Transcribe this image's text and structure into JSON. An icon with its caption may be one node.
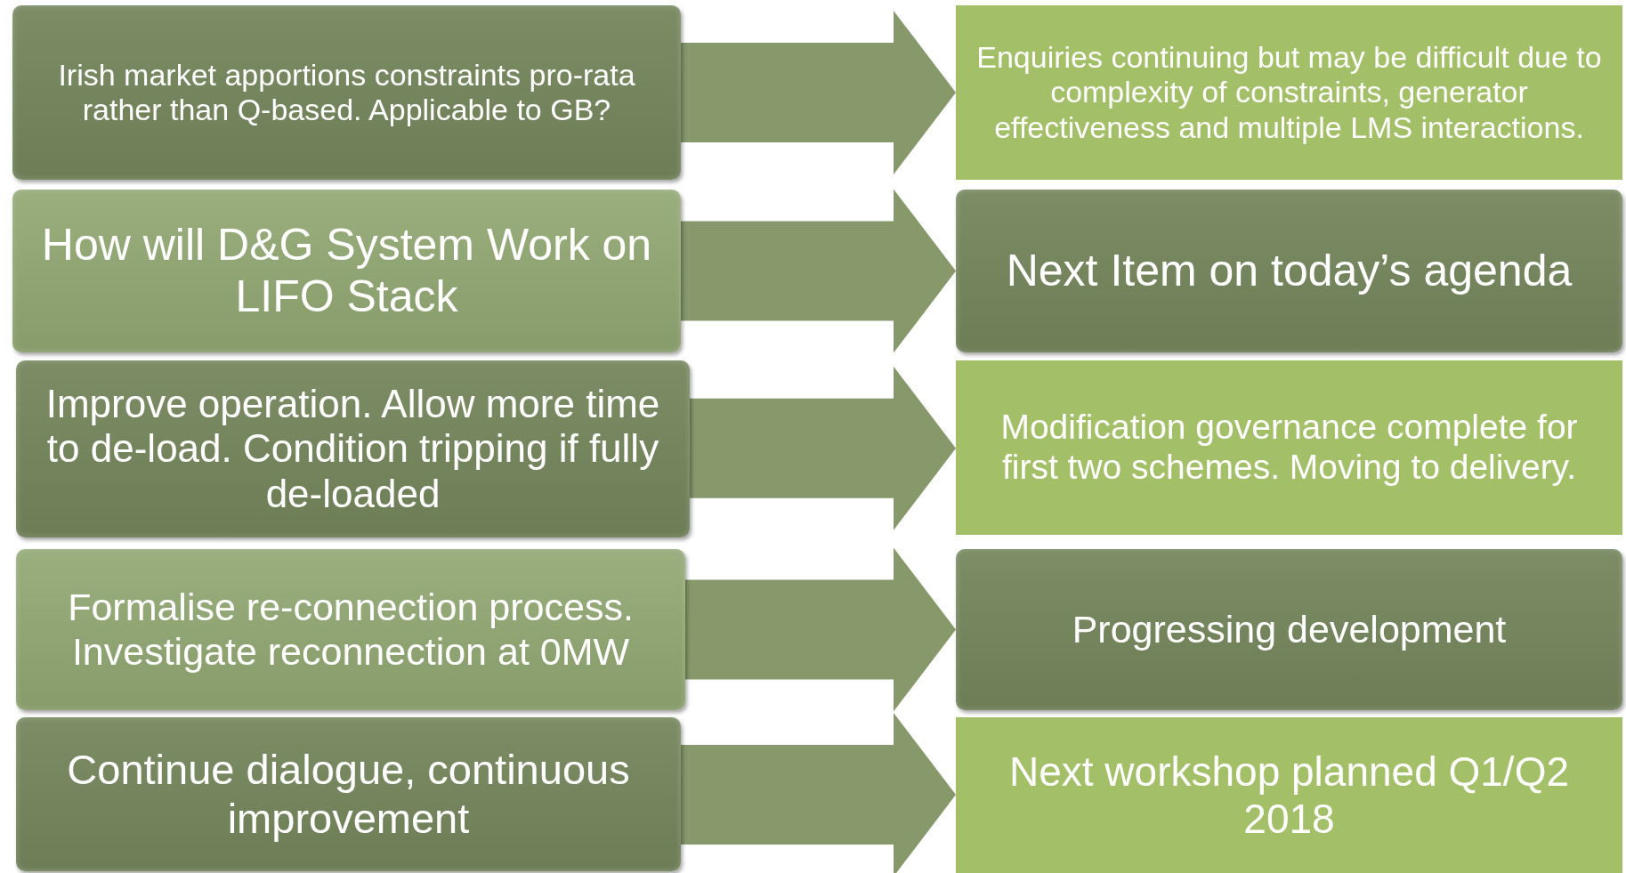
{
  "diagram": {
    "nodes": [
      {
        "text": [
          "Irish market apportions constraints pro-rata rather than Q-based. Applicable to GB?"
        ]
      },
      {
        "text": [
          "Enquiries continuing but may be difficult due to complexity of constraints, generator effectiveness and multiple LMS interactions."
        ]
      },
      {
        "text": [
          "How will D&G System Work on LIFO Stack"
        ]
      },
      {
        "text": [
          "Next Item on today’s agenda"
        ]
      },
      {
        "text": [
          "Improve operation. Allow more time to de-load. Condition tripping if fully de-loaded"
        ]
      },
      {
        "text": [
          "Modification governance complete for first two schemes. Moving to delivery."
        ]
      },
      {
        "text": [
          "Formalise re-connection process. Investigate reconnection at 0MW"
        ]
      },
      {
        "text": [
          "Progressing development"
        ]
      },
      {
        "text": [
          "Continue dialogue, continuous improvement"
        ]
      },
      {
        "text": [
          "Next workshop planned Q1/Q2 2018"
        ]
      }
    ],
    "edges": [
      {
        "from": 0,
        "to": 1,
        "arrow": "to"
      },
      {
        "from": 2,
        "to": 3,
        "arrow": "to"
      },
      {
        "from": 4,
        "to": 5,
        "arrow": "to"
      },
      {
        "from": 6,
        "to": 7,
        "arrow": "to"
      },
      {
        "from": 8,
        "to": 9,
        "arrow": "to"
      }
    ]
  }
}
